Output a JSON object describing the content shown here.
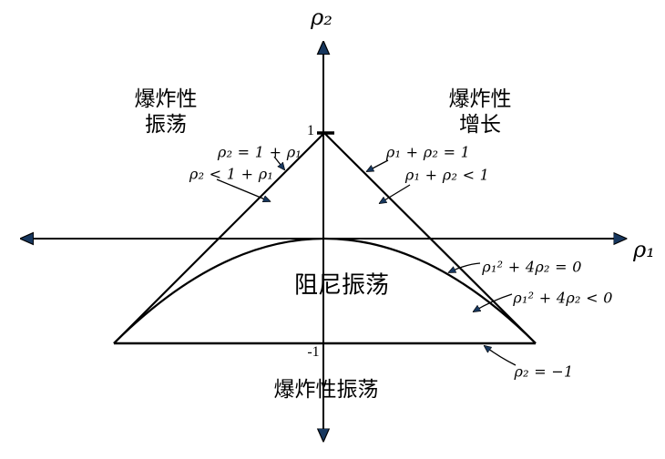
{
  "axes": {
    "x_axis_label": "ρ₁",
    "y_axis_label": "ρ₂",
    "y_tick_positive": "1",
    "y_tick_negative": "-1"
  },
  "regions": {
    "top_left": {
      "line1": "爆炸性",
      "line2": "振荡"
    },
    "top_right": {
      "line1": "爆炸性",
      "line2": "增长"
    },
    "center": "阻尼振荡",
    "bottom": "爆炸性振荡"
  },
  "annotations": {
    "left_boundary_eq": "ρ₂ = 1 + ρ₁",
    "left_region_ineq": "ρ₂ < 1 + ρ₁",
    "right_boundary_eq": "ρ₁ + ρ₂ = 1",
    "right_region_ineq": "ρ₁ + ρ₂ < 1",
    "parabola_eq": "ρ₁² + 4ρ₂ = 0",
    "parabola_region_ineq": "ρ₁² + 4ρ₂ < 0",
    "bottom_boundary_eq": "ρ₂ = −1"
  },
  "colors": {
    "background": "#ffffff",
    "stroke": "#000000",
    "arrowhead": "#17375e"
  }
}
